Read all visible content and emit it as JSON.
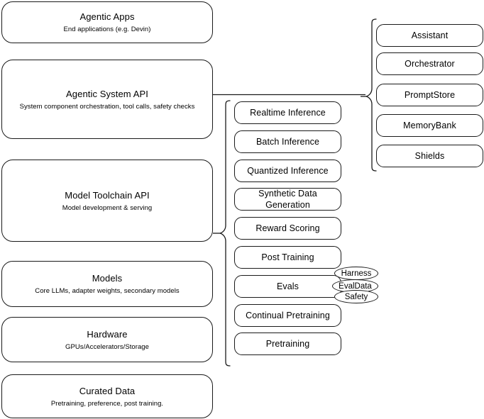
{
  "diagram": {
    "title": "LLM Stack Architecture Layers",
    "stroke_color": "#1a1a1a",
    "background_color": "#ffffff"
  },
  "layers": [
    {
      "name": "agentic-apps",
      "title": "Agentic Apps",
      "subtitle": "End applications (e.g. Devin)"
    },
    {
      "name": "agentic-system-api",
      "title": "Agentic System API",
      "subtitle": "System component orchestration, tool calls, safety checks"
    },
    {
      "name": "model-toolchain-api",
      "title": "Model Toolchain API",
      "subtitle": "Model development & serving"
    },
    {
      "name": "models",
      "title": "Models",
      "subtitle": "Core LLMs, adapter weights, secondary models"
    },
    {
      "name": "hardware",
      "title": "Hardware",
      "subtitle": "GPUs/Accelerators/Storage"
    },
    {
      "name": "curated-data",
      "title": "Curated Data",
      "subtitle": "Pretraining, preference, post training."
    }
  ],
  "toolchain_capabilities": [
    {
      "name": "realtime-inference",
      "label": "Realtime Inference"
    },
    {
      "name": "batch-inference",
      "label": "Batch Inference"
    },
    {
      "name": "quantized-inference",
      "label": "Quantized Inference"
    },
    {
      "name": "synthetic-data-generation",
      "label": "Synthetic Data Generation"
    },
    {
      "name": "reward-scoring",
      "label": "Reward Scoring"
    },
    {
      "name": "post-training",
      "label": "Post Training"
    },
    {
      "name": "evals",
      "label": "Evals"
    },
    {
      "name": "continual-pretraining",
      "label": "Continual Pretraining"
    },
    {
      "name": "pretraining",
      "label": "Pretraining"
    }
  ],
  "eval_subcomponents": [
    {
      "name": "harness",
      "label": "Harness"
    },
    {
      "name": "evaldata",
      "label": "EvalData"
    },
    {
      "name": "safety",
      "label": "Safety"
    }
  ],
  "agentic_components": [
    {
      "name": "assistant",
      "label": "Assistant"
    },
    {
      "name": "orchestrator",
      "label": "Orchestrator"
    },
    {
      "name": "promptstore",
      "label": "PromptStore"
    },
    {
      "name": "memorybank",
      "label": "MemoryBank"
    },
    {
      "name": "shields",
      "label": "Shields"
    }
  ]
}
